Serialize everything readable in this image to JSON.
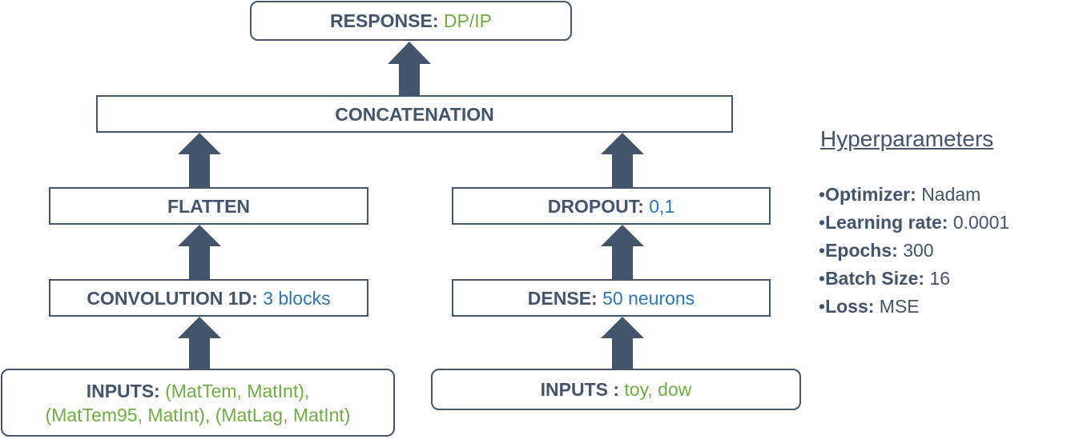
{
  "colors": {
    "dark": "#44546a",
    "green": "#70ad47",
    "blue": "#2e75b6"
  },
  "response": {
    "label": "RESPONSE:",
    "value": "DP/IP"
  },
  "concatenation": {
    "label": "CONCATENATION"
  },
  "left_branch": {
    "flatten": {
      "label": "FLATTEN"
    },
    "conv": {
      "label": "CONVOLUTION 1D:",
      "value": "3 blocks"
    },
    "inputs": {
      "label": "INPUTS:",
      "value_line1": "(MatTem, MatInt),",
      "value_line2": "(MatTem95, MatInt), (MatLag, MatInt)"
    }
  },
  "right_branch": {
    "dropout": {
      "label": "DROPOUT:",
      "value": "0,1"
    },
    "dense": {
      "label": "DENSE:",
      "value": "50 neurons"
    },
    "inputs": {
      "label": "INPUTS :",
      "value": "toy, dow"
    }
  },
  "hyperparameters": {
    "title": "Hyperparameters",
    "items": [
      {
        "bullet": "•",
        "key": "Optimizer:",
        "value": "Nadam"
      },
      {
        "bullet": "•",
        "key": "Learning rate:",
        "value": "0.0001"
      },
      {
        "bullet": "•",
        "key": "Epochs:",
        "value": "300"
      },
      {
        "bullet": "•",
        "key": "Batch Size:",
        "value": "16"
      },
      {
        "bullet": "•",
        "key": "Loss:",
        "value": "MSE"
      }
    ]
  }
}
